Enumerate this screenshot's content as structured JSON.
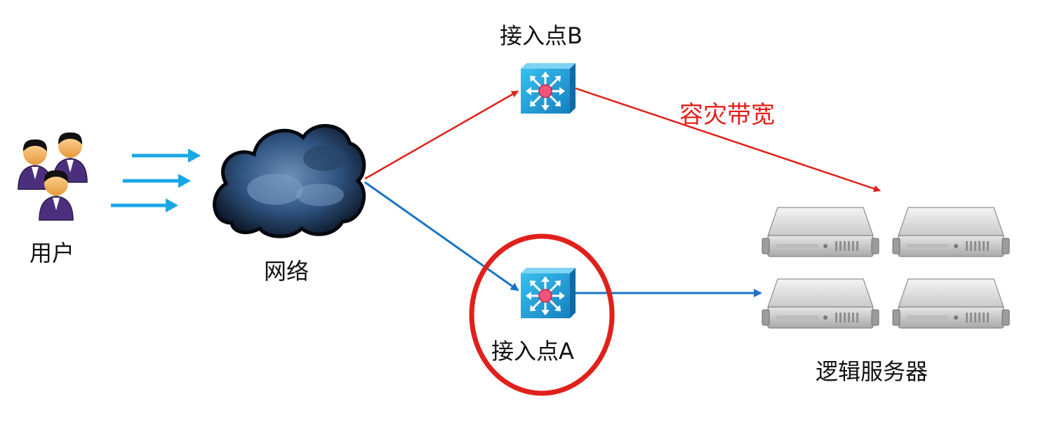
{
  "labels": {
    "users": "用户",
    "network": "网络",
    "access_point_b": "接入点B",
    "access_point_a": "接入点A",
    "disaster_bandwidth": "容灾带宽",
    "logic_servers": "逻辑服务器"
  },
  "colors": {
    "primary_path": "#1a74c4",
    "backup_path": "#e0201b",
    "user_flow": "#17a7e6",
    "highlight_ring": "#e0201b",
    "switch_body": "#1ea3d8",
    "server_body": "#d9d9d9"
  },
  "icons": [
    "users-icon",
    "cloud-icon",
    "switch-icon",
    "server-icon"
  ]
}
